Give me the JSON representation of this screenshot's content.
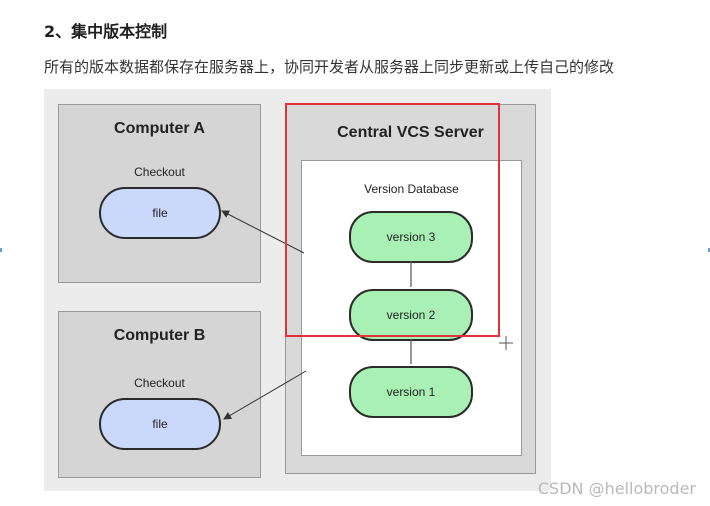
{
  "heading": "2、集中版本控制",
  "description": "所有的版本数据都保存在服务器上，协同开发者从服务器上同步更新或上传自己的修改",
  "diagram": {
    "computer_a": {
      "title": "Computer A",
      "label": "Checkout",
      "file": "file"
    },
    "computer_b": {
      "title": "Computer B",
      "label": "Checkout",
      "file": "file"
    },
    "server": {
      "title": "Central VCS Server",
      "database_label": "Version Database",
      "versions": [
        "version 3",
        "version 2",
        "version 1"
      ]
    },
    "highlight_color": "#e0333b",
    "file_color": "#c9d8fb",
    "version_color": "#a8f0b3"
  },
  "watermark": "CSDN @hellobroder"
}
